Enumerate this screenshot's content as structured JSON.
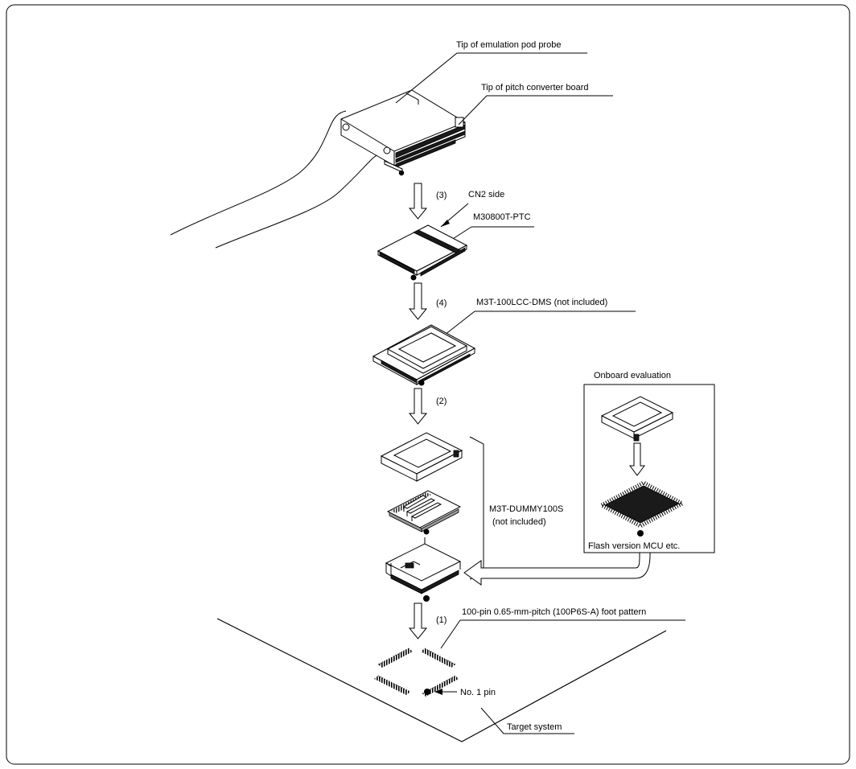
{
  "labels": {
    "pod_probe_tip": "Tip of emulation pod probe",
    "pitch_converter_tip": "Tip of pitch converter board",
    "step3": "(3)",
    "cn2_side": "CN2 side",
    "ptc": "M30800T-PTC",
    "step4": "(4)",
    "lcc_dms": "M3T-100LCC-DMS (not included)",
    "step2": "(2)",
    "dummy_line1": "M3T-DUMMY100S",
    "dummy_line2": "(not included)",
    "step1": "(1)",
    "foot_pattern": "100-pin 0.65-mm-pitch (100P6S-A) foot pattern",
    "no1_pin": "No. 1 pin",
    "target_system": "Target system",
    "onboard_title": "Onboard evaluation",
    "flash_mcu": "Flash version MCU etc."
  }
}
